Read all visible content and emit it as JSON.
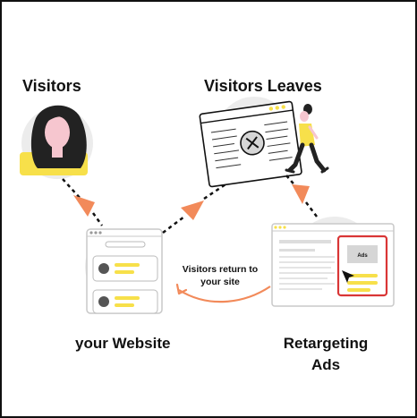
{
  "labels": {
    "visitors": "Visitors",
    "visitors_leaves": "Visitors Leaves",
    "your_website": "your Website",
    "retargeting_ads_line1": "Retargeting",
    "retargeting_ads_line2": "Ads",
    "return_line1": "Visitors return to",
    "return_line2": "your site",
    "ad_box": "Ads"
  },
  "colors": {
    "accent_yellow": "#f7e04a",
    "arrow_orange": "#f28a5a",
    "ad_frame_red": "#d93636",
    "ink": "#111111",
    "window_gray": "#c9c9c9",
    "bubble_gray": "#ececec"
  },
  "icons": {
    "visitor": "woman-avatar-icon",
    "leave": "close-x-icon",
    "walker": "walking-person-icon",
    "cursor": "cursor-arrow-icon"
  }
}
